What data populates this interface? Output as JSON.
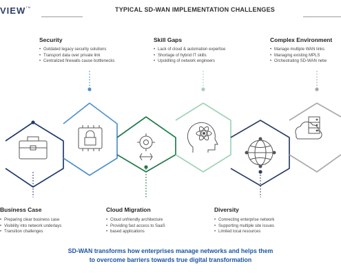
{
  "logo": "VIEW",
  "title": "TYPICAL SD-WAN IMPLEMENTATION CHALLENGES",
  "colors": {
    "business_case": "#1e3a6e",
    "security": "#4f90c9",
    "cloud_migration": "#1f7a4a",
    "skill_gaps": "#9ed3b6",
    "diversity": "#2d3e66",
    "complex_environment": "#a9a9a9",
    "footer_text": "#1d55a5"
  },
  "challenges": {
    "security": {
      "title": "Security",
      "points": [
        "Outdated legacy security solutions",
        "Transport data over private link",
        "Centralized firewalls cause bottlenecks"
      ],
      "icon": "lock-chip-icon"
    },
    "skill_gaps": {
      "title": "Skill Gaps",
      "points": [
        "Lack of cloud & automation expertise",
        "Shortage of hybrid IT skills",
        "Upskilling of network engineers"
      ],
      "icon": "brain-atom-icon"
    },
    "complex_environment": {
      "title": "Complex Environment",
      "points": [
        "Manage multiple WAN links",
        "Managing existing MPLS",
        "Orchestrating SD-WAN netw"
      ],
      "icon": "cloud-server-icon"
    },
    "business_case": {
      "title": "Business Case",
      "points": [
        "Preparing clear business case",
        "Visibility into network underlays",
        "Transition challenges"
      ],
      "icon": "briefcase-icon"
    },
    "cloud_migration": {
      "title": "Cloud Migration",
      "points": [
        "Cloud unfriendly architecture",
        "Providing fast access to SaaS",
        "based applications"
      ],
      "icon": "cloud-gear-icon"
    },
    "diversity": {
      "title": "Diversity",
      "points": [
        "Connecting enterprise network",
        "Supporting multiple site issues",
        "Limited local resources"
      ],
      "icon": "globe-network-icon"
    }
  },
  "footer": {
    "line1": "SD-WAN transforms how enterprises manage networks and helps them",
    "line2": "to overcome barriers towards true digital transformation"
  }
}
